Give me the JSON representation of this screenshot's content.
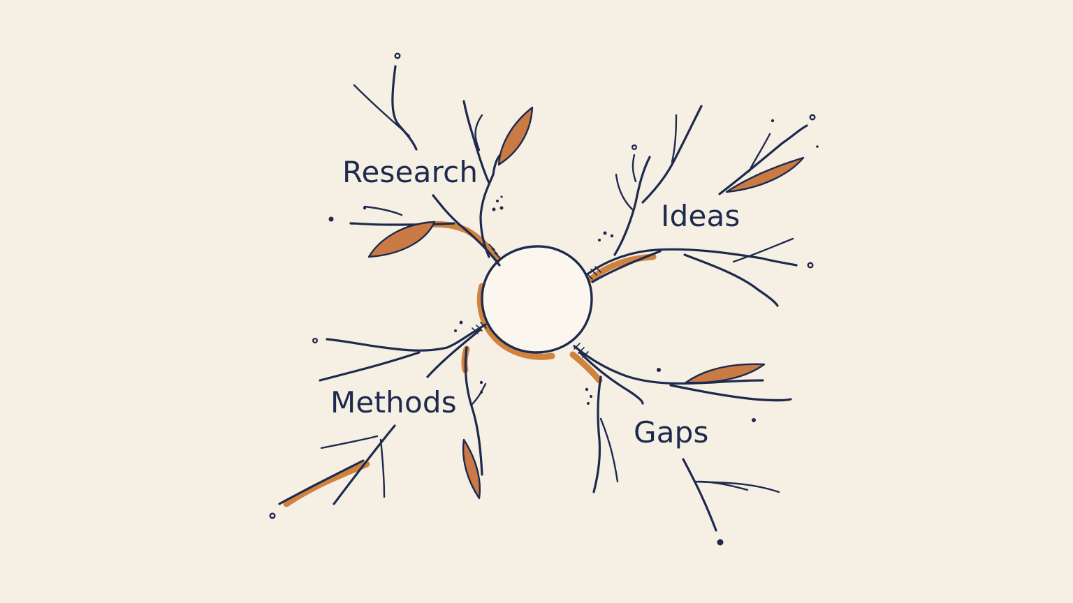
{
  "diagram": {
    "center": {
      "label": ""
    },
    "nodes": [
      {
        "id": "research",
        "label": "Research"
      },
      {
        "id": "ideas",
        "label": "Ideas"
      },
      {
        "id": "methods",
        "label": "Methods"
      },
      {
        "id": "gaps",
        "label": "Gaps"
      }
    ],
    "colors": {
      "ink": "#1d2a4d",
      "accent": "#d0823f",
      "leaf": "#c97a45",
      "paper": "#f6f0e4"
    }
  }
}
